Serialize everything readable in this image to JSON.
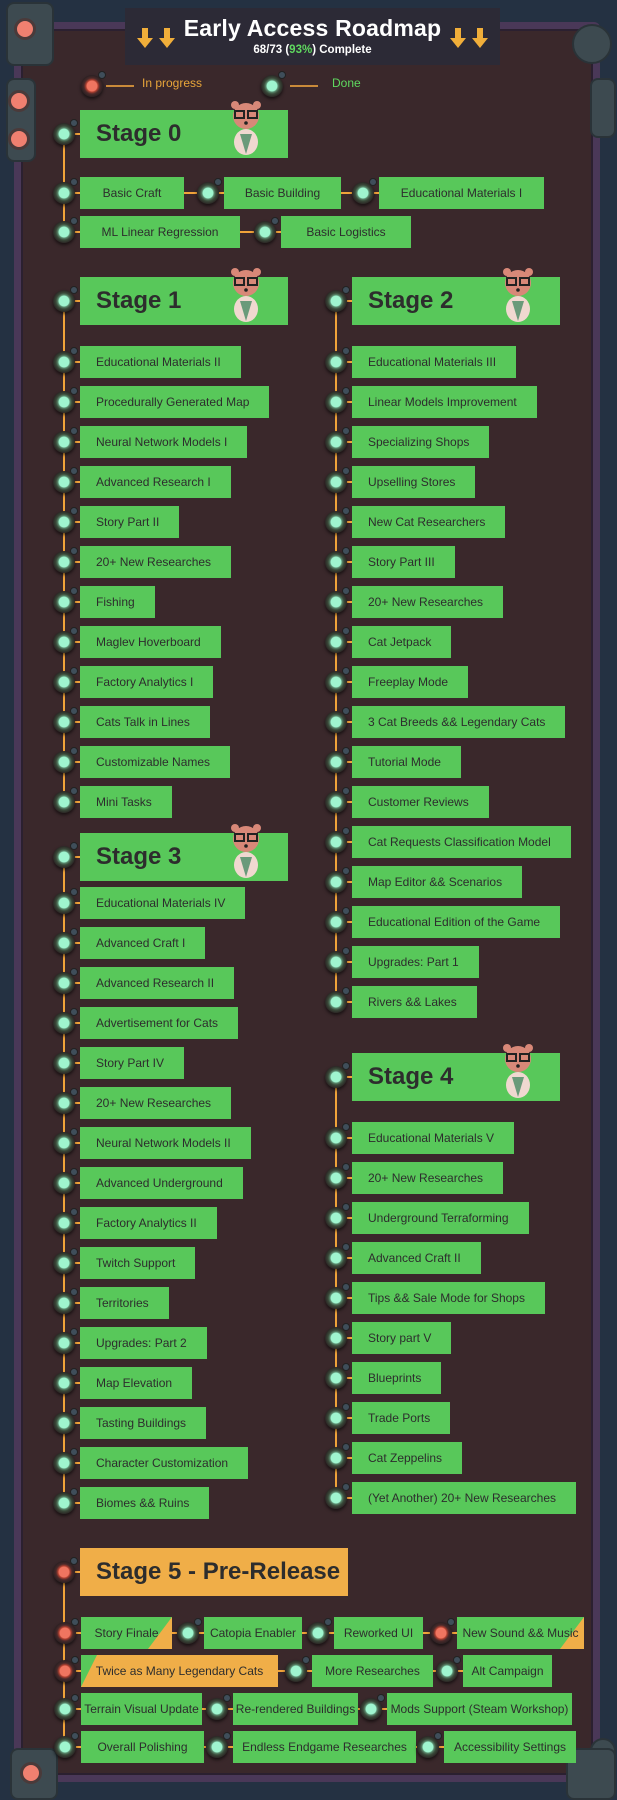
{
  "header": {
    "title": "Early Access Roadmap",
    "progress_count": "68/73",
    "progress_percent": "93%",
    "progress_suffix": "Complete",
    "completed": 68,
    "total": 73
  },
  "legend": {
    "in_progress": "In progress",
    "done": "Done"
  },
  "colors": {
    "done": "#58c85a",
    "in_progress": "#f0ae48",
    "line": "#f0a33a",
    "background": "#3a282b"
  },
  "stages": [
    {
      "title": "Stage 0",
      "status": "done",
      "rows": [
        [
          {
            "label": "Basic Craft",
            "status": "done"
          },
          {
            "label": "Basic Building",
            "status": "done"
          },
          {
            "label": "Educational Materials I",
            "status": "done"
          }
        ],
        [
          {
            "label": "ML Linear Regression",
            "status": "done"
          },
          {
            "label": "Basic Logistics",
            "status": "done"
          }
        ]
      ]
    },
    {
      "title": "Stage 1",
      "status": "done",
      "rows": [
        [
          {
            "label": "Educational Materials II",
            "status": "done"
          }
        ],
        [
          {
            "label": "Procedurally Generated Map",
            "status": "done"
          }
        ],
        [
          {
            "label": "Neural Network Models I",
            "status": "done"
          }
        ],
        [
          {
            "label": "Advanced Research I",
            "status": "done"
          }
        ],
        [
          {
            "label": "Story Part II",
            "status": "done"
          }
        ],
        [
          {
            "label": "20+ New Researches",
            "status": "done"
          }
        ],
        [
          {
            "label": "Fishing",
            "status": "done"
          }
        ],
        [
          {
            "label": "Maglev Hoverboard",
            "status": "done"
          }
        ],
        [
          {
            "label": "Factory Analytics I",
            "status": "done"
          }
        ],
        [
          {
            "label": "Cats Talk in Lines",
            "status": "done"
          }
        ],
        [
          {
            "label": "Customizable Names",
            "status": "done"
          }
        ],
        [
          {
            "label": "Mini Tasks",
            "status": "done"
          }
        ]
      ]
    },
    {
      "title": "Stage 2",
      "status": "done",
      "rows": [
        [
          {
            "label": "Educational Materials III",
            "status": "done"
          }
        ],
        [
          {
            "label": "Linear Models Improvement",
            "status": "done"
          }
        ],
        [
          {
            "label": "Specializing Shops",
            "status": "done"
          }
        ],
        [
          {
            "label": "Upselling Stores",
            "status": "done"
          }
        ],
        [
          {
            "label": "New Cat Researchers",
            "status": "done"
          }
        ],
        [
          {
            "label": "Story Part III",
            "status": "done"
          }
        ],
        [
          {
            "label": "20+ New Researches",
            "status": "done"
          }
        ],
        [
          {
            "label": "Cat Jetpack",
            "status": "done"
          }
        ],
        [
          {
            "label": "Freeplay Mode",
            "status": "done"
          }
        ],
        [
          {
            "label": "3 Cat Breeds && Legendary Cats",
            "status": "done"
          }
        ],
        [
          {
            "label": "Tutorial Mode",
            "status": "done"
          }
        ],
        [
          {
            "label": "Customer Reviews",
            "status": "done"
          }
        ],
        [
          {
            "label": "Cat Requests Classification Model",
            "status": "done"
          }
        ],
        [
          {
            "label": "Map Editor && Scenarios",
            "status": "done"
          }
        ],
        [
          {
            "label": "Educational Edition of the Game",
            "status": "done"
          }
        ],
        [
          {
            "label": "Upgrades: Part 1",
            "status": "done"
          }
        ],
        [
          {
            "label": "Rivers && Lakes",
            "status": "done"
          }
        ]
      ]
    },
    {
      "title": "Stage 3",
      "status": "done",
      "rows": [
        [
          {
            "label": "Educational Materials IV",
            "status": "done"
          }
        ],
        [
          {
            "label": "Advanced Craft I",
            "status": "done"
          }
        ],
        [
          {
            "label": "Advanced Research II",
            "status": "done"
          }
        ],
        [
          {
            "label": "Advertisement for Cats",
            "status": "done"
          }
        ],
        [
          {
            "label": "Story Part IV",
            "status": "done"
          }
        ],
        [
          {
            "label": "20+ New Researches",
            "status": "done"
          }
        ],
        [
          {
            "label": "Neural Network Models II",
            "status": "done"
          }
        ],
        [
          {
            "label": "Advanced Underground",
            "status": "done"
          }
        ],
        [
          {
            "label": "Factory Analytics II",
            "status": "done"
          }
        ],
        [
          {
            "label": "Twitch Support",
            "status": "done"
          }
        ],
        [
          {
            "label": "Territories",
            "status": "done"
          }
        ],
        [
          {
            "label": "Upgrades: Part 2",
            "status": "done"
          }
        ],
        [
          {
            "label": "Map Elevation",
            "status": "done"
          }
        ],
        [
          {
            "label": "Tasting Buildings",
            "status": "done"
          }
        ],
        [
          {
            "label": "Character Customization",
            "status": "done"
          }
        ],
        [
          {
            "label": "Biomes && Ruins",
            "status": "done"
          }
        ]
      ]
    },
    {
      "title": "Stage 4",
      "status": "done",
      "rows": [
        [
          {
            "label": "Educational Materials V",
            "status": "done"
          }
        ],
        [
          {
            "label": "20+ New Researches",
            "status": "done"
          }
        ],
        [
          {
            "label": "Underground Terraforming",
            "status": "done"
          }
        ],
        [
          {
            "label": "Advanced Craft II",
            "status": "done"
          }
        ],
        [
          {
            "label": "Tips && Sale Mode for Shops",
            "status": "done"
          }
        ],
        [
          {
            "label": "Story part V",
            "status": "done"
          }
        ],
        [
          {
            "label": "Blueprints",
            "status": "done"
          }
        ],
        [
          {
            "label": "Trade Ports",
            "status": "done"
          }
        ],
        [
          {
            "label": "Cat Zeppelins",
            "status": "done"
          }
        ],
        [
          {
            "label": "(Yet Another) 20+ New Researches",
            "status": "done"
          }
        ]
      ]
    },
    {
      "title": "Stage 5 - Pre-Release",
      "status": "in-progress",
      "rows": [
        [
          {
            "label": "Story Finale",
            "status": "in-progress",
            "progress": "mostly-done"
          },
          {
            "label": "Catopia Enabler",
            "status": "done"
          },
          {
            "label": "Reworked UI",
            "status": "done"
          },
          {
            "label": "New Sound && Music",
            "status": "in-progress",
            "progress": "mostly-done"
          }
        ],
        [
          {
            "label": "Twice as Many Legendary Cats",
            "status": "in-progress",
            "progress": "early"
          },
          {
            "label": "More Researches",
            "status": "done"
          },
          {
            "label": "Alt Campaign",
            "status": "done"
          }
        ],
        [
          {
            "label": "Terrain Visual Update",
            "status": "done"
          },
          {
            "label": "Re-rendered Buildings",
            "status": "done"
          },
          {
            "label": "Mods Support (Steam Workshop)",
            "status": "done"
          }
        ],
        [
          {
            "label": "Overall Polishing",
            "status": "done"
          },
          {
            "label": "Endless Endgame Researches",
            "status": "done"
          },
          {
            "label": "Accessibility Settings",
            "status": "done"
          }
        ]
      ]
    }
  ]
}
